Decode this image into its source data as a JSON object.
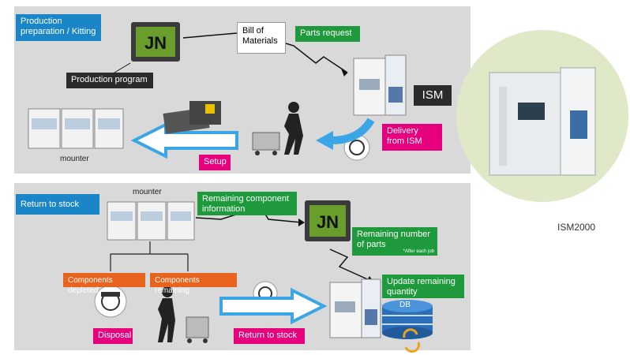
{
  "top": {
    "title": "Production preparation / Kitting",
    "production_program": "Production program",
    "bill_of_materials": "Bill of Materials",
    "parts_request": "Parts request",
    "ism_label": "ISM",
    "delivery": "Delivery from ISM",
    "setup": "Setup",
    "mounter": "mounter"
  },
  "bottom": {
    "title": "Return to stock",
    "mounter": "mounter",
    "remaining_info": "Remaining component information",
    "remaining_parts": "Remaining number of parts",
    "after_each_job": "*After each job",
    "update": "Update remaining quantity",
    "db": "DB",
    "depleted": "Components depleted",
    "remaining": "Components remaining",
    "disposal": "Disposal",
    "return_to_stock": "Return to stock"
  },
  "product": {
    "name": "ISM2000"
  },
  "software_logo": "JN",
  "colors": {
    "panel": "#d9d9d9",
    "blue": "#1a86c8",
    "green": "#1e9a3c",
    "pink": "#e6007e",
    "orange": "#e8641e",
    "arrow_blue": "#3aa6e6",
    "circle": "#dfe9c8"
  }
}
